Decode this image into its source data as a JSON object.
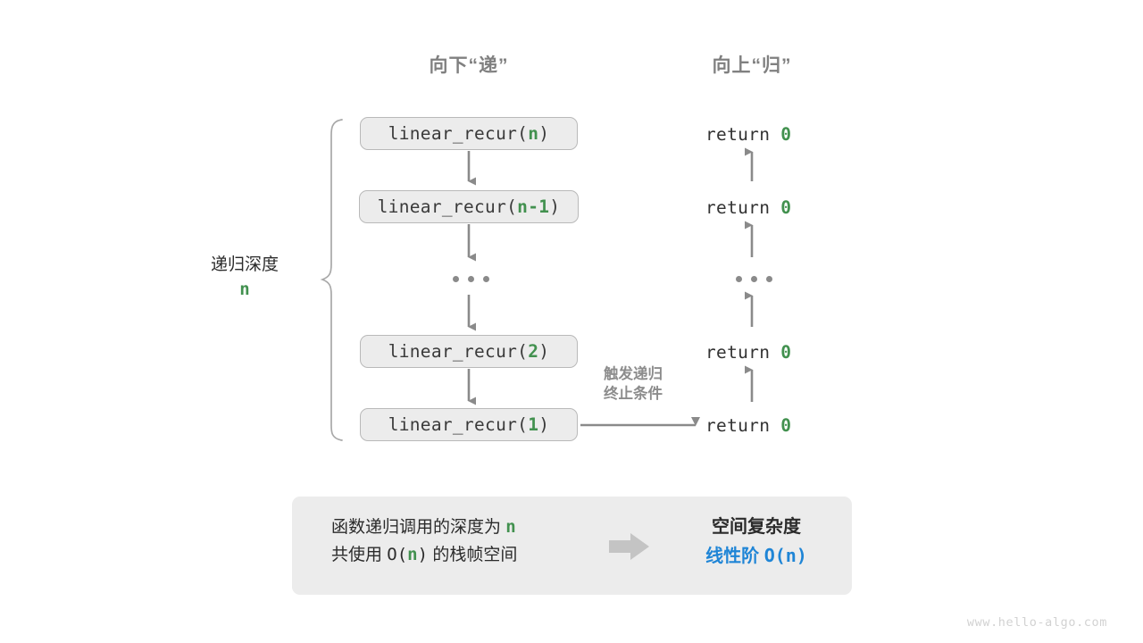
{
  "diagram": {
    "title_down": "向下“递”",
    "title_up": "向上“归”",
    "depth_label": "递归深度",
    "depth_value": "n",
    "trigger_note_line1": "触发递归",
    "trigger_note_line2": "终止条件",
    "ellipsis": "···",
    "calls": [
      {
        "prefix": "linear_recur(",
        "arg": "n",
        "suffix": ")"
      },
      {
        "prefix": "linear_recur(",
        "arg": "n-1",
        "suffix": ")"
      },
      {
        "prefix": "linear_recur(",
        "arg": "2",
        "suffix": ")"
      },
      {
        "prefix": "linear_recur(",
        "arg": "1",
        "suffix": ")"
      }
    ],
    "returns": [
      {
        "keyword": "return",
        "value": "0"
      },
      {
        "keyword": "return",
        "value": "0"
      },
      {
        "keyword": "return",
        "value": "0"
      },
      {
        "keyword": "return",
        "value": "0"
      }
    ]
  },
  "summary": {
    "line1_pre": "函数递归调用的深度为 ",
    "line1_var": "n",
    "line2_pre": "共使用 ",
    "line2_mono_pre": "O(",
    "line2_var": "n",
    "line2_mono_post": ")",
    "line2_post": " 的栈帧空间",
    "result_title": "空间复杂度",
    "result_order": "线性阶",
    "result_complexity": "O(n)"
  },
  "watermark": "www.hello-algo.com",
  "colors": {
    "green": "#42914f",
    "blue": "#1f85d6",
    "gray_text": "#808080",
    "box_fill": "#ececec",
    "box_border": "#b9b9b9",
    "arrow": "#8a8a8a"
  }
}
